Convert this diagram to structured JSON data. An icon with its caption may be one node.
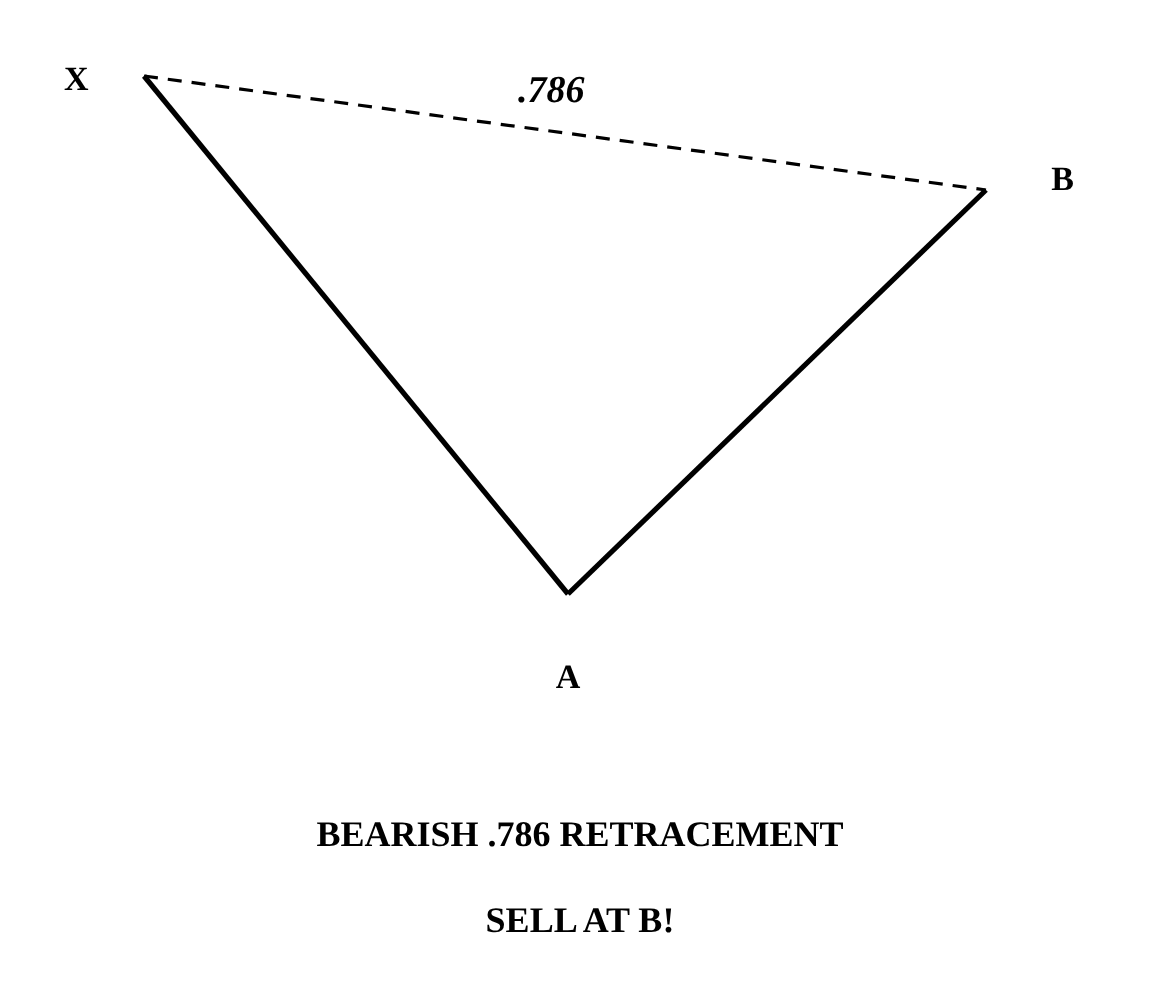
{
  "diagram": {
    "nodes": [
      {
        "text": [
          "X"
        ]
      },
      {
        "text": [
          "A"
        ]
      },
      {
        "text": [
          "B"
        ]
      }
    ],
    "edges": [
      {
        "from": 0,
        "to": 1,
        "arrow": "none"
      },
      {
        "from": 1,
        "to": 2,
        "arrow": "none"
      },
      {
        "from": 0,
        "to": 2,
        "arrow": "none",
        "style": "dashed",
        "label": ".786"
      }
    ],
    "labels": [
      "BEARISH .786 RETRACEMENT",
      "SELL AT B!"
    ]
  }
}
